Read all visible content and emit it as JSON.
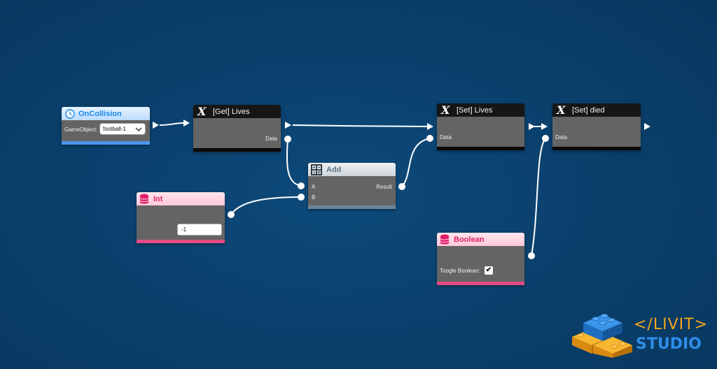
{
  "nodes": {
    "on_collision": {
      "title": "OnCollision",
      "field_label": "GameObject:",
      "field_value": "football-1",
      "icon": "clock-icon"
    },
    "get_lives": {
      "title": "[Get] Lives",
      "port_out_label": "Data"
    },
    "set_lives": {
      "title": "[Set] Lives",
      "port_in_label": "Data"
    },
    "set_died": {
      "title": "[Set] died",
      "port_in_label": "Data"
    },
    "add": {
      "title": "Add",
      "port_a_label": "A",
      "port_b_label": "B",
      "port_result_label": "Result",
      "icon": "calculator-icon"
    },
    "int_value": {
      "title": "Int",
      "value": "-1",
      "icon": "database-icon"
    },
    "boolean_value": {
      "title": "Boolean",
      "field_label": "Toogle Boolean:",
      "checked": true,
      "check_glyph": "✔",
      "icon": "database-icon"
    }
  },
  "logo": {
    "line1": "</LIVIT>",
    "line2": "STUDIO"
  },
  "colors": {
    "event_accent": "#1a86e8",
    "value_accent": "#e0206a",
    "math_accent": "#5d7283",
    "logo_orange": "#f4a51c",
    "logo_blue": "#2f8de8"
  }
}
